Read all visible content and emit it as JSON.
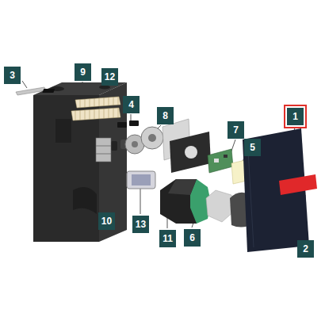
{
  "diagram": {
    "labels": [
      "3",
      "9",
      "12",
      "4",
      "8",
      "1",
      "7",
      "5",
      "10",
      "13",
      "11",
      "6",
      "2"
    ]
  }
}
